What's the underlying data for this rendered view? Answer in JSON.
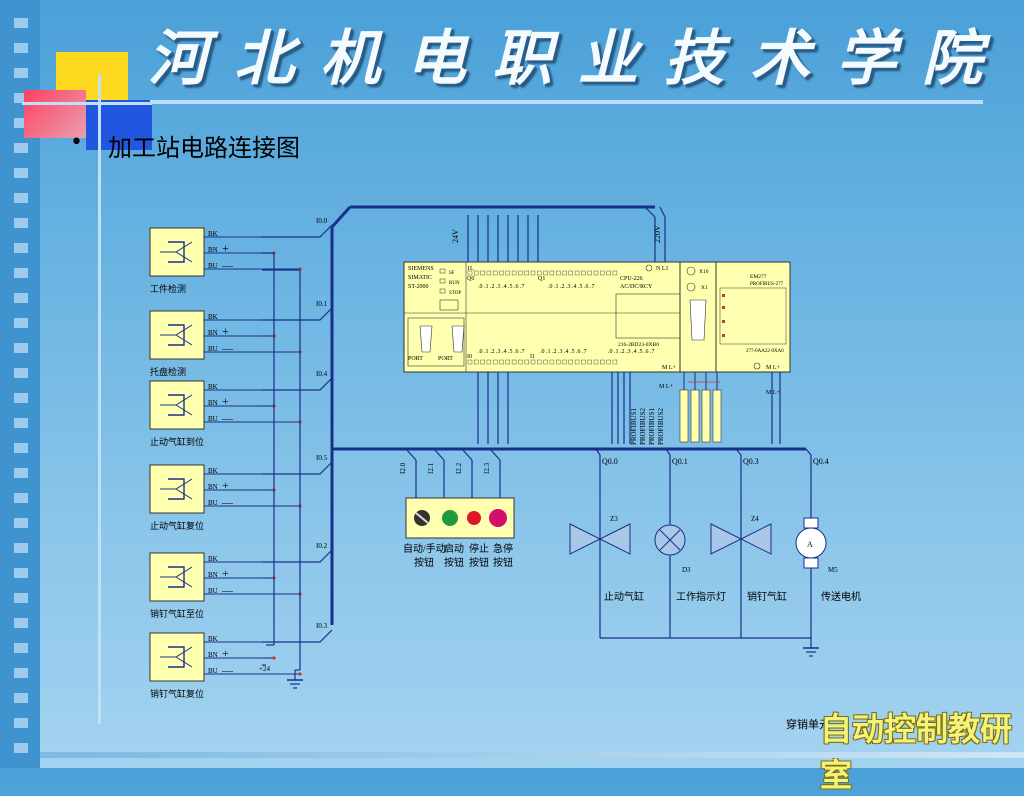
{
  "title": "河北机电职业技术学院",
  "subtitle": "加工站电路连接图",
  "footer": {
    "stamp": "自动控制教研室",
    "small": "穿销单元"
  },
  "sensors": [
    {
      "label": "工件检测",
      "input": "I0.0"
    },
    {
      "label": "托盘检测",
      "input": "I0.1"
    },
    {
      "label": "止动气缸到位",
      "input": "I0.4"
    },
    {
      "label": "止动气缸复位",
      "input": "I0.5"
    },
    {
      "label": "销钉气缸至位",
      "input": "I0.2"
    },
    {
      "label": "销钉气缸复位",
      "input": "I0.3"
    }
  ],
  "sensor_pins": {
    "bk": "BK",
    "bn": "BN",
    "bu": "BU",
    "plus": "+",
    "minus": "—"
  },
  "supply_24": "+24",
  "v24": "24V",
  "v220": "220V",
  "plc": {
    "brand": "SIEMENS",
    "model": "SIMATIC",
    "series": "ST-2000",
    "sf": "SF",
    "run": "RUN",
    "stop": "STOP",
    "cpu": "CPU-226",
    "power": "AC/DC/RCY",
    "order": "216-2BD23-0XB0",
    "port1": "PORT",
    "port2": "PORT",
    "q0": "Q0",
    "q1": "Q1",
    "i0": "I0",
    "i1": "I1",
    "nl": "N L1",
    "one_l": "1L",
    "ml": "M L+",
    "digits": ".0 .1 .2 .3 .4 .5 .6 .7"
  },
  "em": {
    "name": "EM277",
    "bus": "PROFIBUS-277",
    "x10": "X10",
    "x1": "X1",
    "order": "277-0AA22-0XA0",
    "ml": "M L+",
    "ml2": "M L+",
    "ml3": "M L+"
  },
  "profibus": [
    "PROFIBUS1",
    "PROFIBUS2",
    "PROFIBUS1",
    "PROFIBUS2"
  ],
  "inputs": [
    "I2.0",
    "I2.1",
    "I2.2",
    "I2.3"
  ],
  "buttons": [
    {
      "label1": "自动/手动",
      "label2": "按钮",
      "color": "#333333"
    },
    {
      "label1": "启动",
      "label2": "按钮",
      "color": "#1f9a3c"
    },
    {
      "label1": "停止",
      "label2": "按钮",
      "color": "#e0152a"
    },
    {
      "label1": "急停",
      "label2": "按钮",
      "color": "#d0106a"
    }
  ],
  "outputs": [
    {
      "addr": "Q0.0",
      "device": "Z3",
      "label": "止动气缸"
    },
    {
      "addr": "Q0.1",
      "device": "D3",
      "label": "工作指示灯"
    },
    {
      "addr": "Q0.3",
      "device": "Z4",
      "label": "销钉气缸"
    },
    {
      "addr": "Q0.4",
      "device": "M5",
      "label": "传送电机"
    }
  ],
  "motor": "A",
  "colors": {
    "wire": "#1a2f8a",
    "plc": "#ffffb0",
    "stamp": "#f3f37a"
  }
}
